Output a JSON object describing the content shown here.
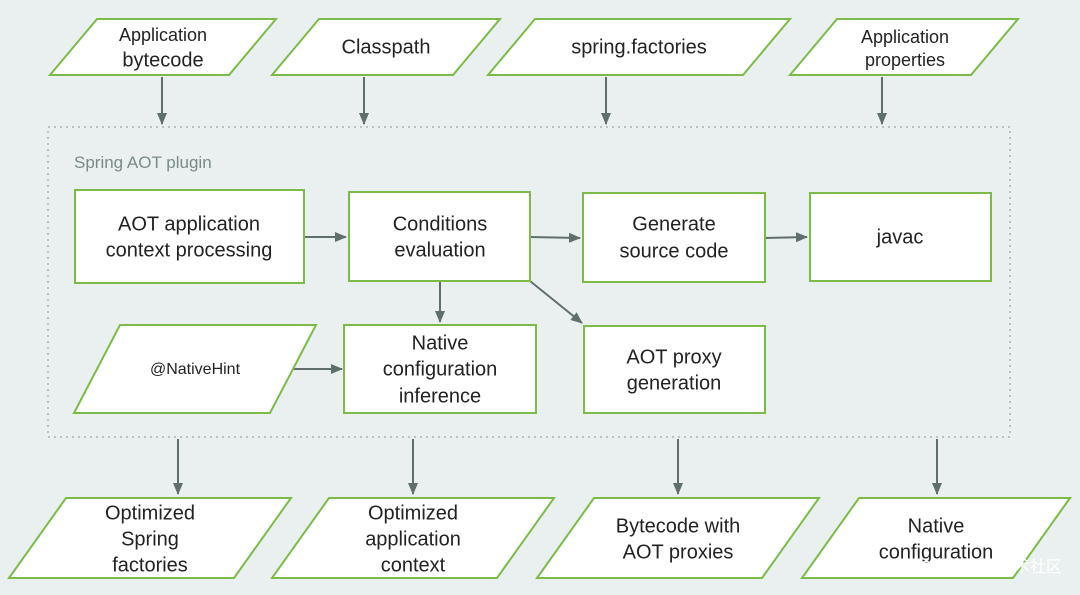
{
  "inputs": {
    "application_bytecode": [
      "Application",
      "bytecode"
    ],
    "classpath": [
      "Classpath"
    ],
    "spring_factories": [
      "spring.factories"
    ],
    "application_properties": [
      "Application",
      "properties"
    ]
  },
  "plugin": {
    "label": "Spring AOT plugin",
    "aot_context_processing": [
      "AOT application",
      "context processing"
    ],
    "conditions_evaluation": [
      "Conditions",
      "evaluation"
    ],
    "generate_source_code": [
      "Generate",
      "source code"
    ],
    "javac": [
      "javac"
    ],
    "native_hint": [
      "@NativeHint"
    ],
    "native_configuration_inference": [
      "Native",
      "configuration",
      "inference"
    ],
    "aot_proxy_generation": [
      "AOT proxy",
      "generation"
    ]
  },
  "outputs": {
    "optimized_spring_factories": [
      "Optimized",
      "Spring",
      "factories"
    ],
    "optimized_application_context": [
      "Optimized",
      "application",
      "context"
    ],
    "bytecode_with_aot_proxies": [
      "Bytecode with",
      "AOT proxies"
    ],
    "native_configuration": [
      "Native",
      "configuration"
    ]
  },
  "watermark": "@稀土掘金技术社区",
  "colors": {
    "background": "#e9f0ef",
    "node_border": "#7cbb47",
    "edge": "#5f6f6c",
    "plugin_border": "#aab4b2"
  }
}
